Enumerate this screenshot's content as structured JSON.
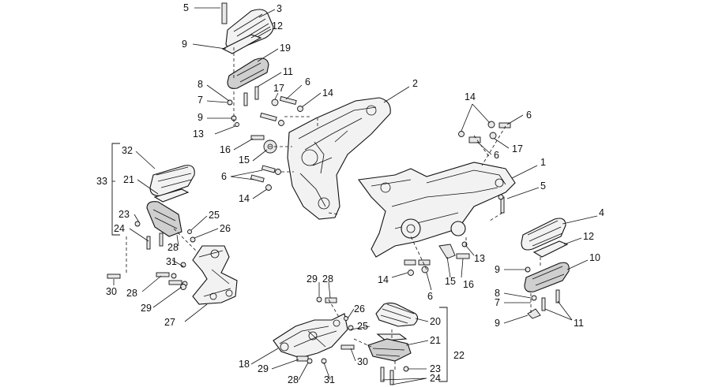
{
  "callouts": [
    {
      "id": "c5a",
      "text": "5"
    },
    {
      "id": "c3",
      "text": "3"
    },
    {
      "id": "c9a",
      "text": "9"
    },
    {
      "id": "c12a",
      "text": "12"
    },
    {
      "id": "c19",
      "text": "19"
    },
    {
      "id": "c8a",
      "text": "8"
    },
    {
      "id": "c11a",
      "text": "11"
    },
    {
      "id": "c7a",
      "text": "7"
    },
    {
      "id": "c6a",
      "text": "6"
    },
    {
      "id": "c17a",
      "text": "17"
    },
    {
      "id": "c14a",
      "text": "14"
    },
    {
      "id": "c9b",
      "text": "9"
    },
    {
      "id": "c13a",
      "text": "13"
    },
    {
      "id": "c2",
      "text": "2"
    },
    {
      "id": "c16a",
      "text": "16"
    },
    {
      "id": "c15a",
      "text": "15"
    },
    {
      "id": "c6b",
      "text": "6"
    },
    {
      "id": "c14b",
      "text": "14"
    },
    {
      "id": "c14c",
      "text": "14"
    },
    {
      "id": "c6c",
      "text": "6"
    },
    {
      "id": "c17b",
      "text": "17"
    },
    {
      "id": "c6d",
      "text": "6"
    },
    {
      "id": "c1",
      "text": "1"
    },
    {
      "id": "c5b",
      "text": "5"
    },
    {
      "id": "c4",
      "text": "4"
    },
    {
      "id": "c12b",
      "text": "12"
    },
    {
      "id": "c10",
      "text": "10"
    },
    {
      "id": "c9c",
      "text": "9"
    },
    {
      "id": "c8b",
      "text": "8"
    },
    {
      "id": "c7b",
      "text": "7"
    },
    {
      "id": "c9d",
      "text": "9"
    },
    {
      "id": "c11b",
      "text": "11"
    },
    {
      "id": "c13b",
      "text": "13"
    },
    {
      "id": "c16b",
      "text": "16"
    },
    {
      "id": "c15b",
      "text": "15"
    },
    {
      "id": "c14d",
      "text": "14"
    },
    {
      "id": "c6e",
      "text": "6"
    },
    {
      "id": "c32",
      "text": "32"
    },
    {
      "id": "c33",
      "text": "33"
    },
    {
      "id": "c21a",
      "text": "21"
    },
    {
      "id": "c23a",
      "text": "23"
    },
    {
      "id": "c24a",
      "text": "24"
    },
    {
      "id": "c25a",
      "text": "25"
    },
    {
      "id": "c26a",
      "text": "26"
    },
    {
      "id": "c28a",
      "text": "28"
    },
    {
      "id": "c31a",
      "text": "31"
    },
    {
      "id": "c30a",
      "text": "30"
    },
    {
      "id": "c28b",
      "text": "28"
    },
    {
      "id": "c29a",
      "text": "29"
    },
    {
      "id": "c27",
      "text": "27"
    },
    {
      "id": "c29b",
      "text": "29"
    },
    {
      "id": "c28c",
      "text": "28"
    },
    {
      "id": "c26b",
      "text": "26"
    },
    {
      "id": "c25b",
      "text": "25"
    },
    {
      "id": "c20",
      "text": "20"
    },
    {
      "id": "c21b",
      "text": "21"
    },
    {
      "id": "c22",
      "text": "22"
    },
    {
      "id": "c18",
      "text": "18"
    },
    {
      "id": "c29c",
      "text": "29"
    },
    {
      "id": "c30b",
      "text": "30"
    },
    {
      "id": "c23b",
      "text": "23"
    },
    {
      "id": "c28d",
      "text": "28"
    },
    {
      "id": "c31b",
      "text": "31"
    },
    {
      "id": "c24b",
      "text": "24"
    }
  ]
}
